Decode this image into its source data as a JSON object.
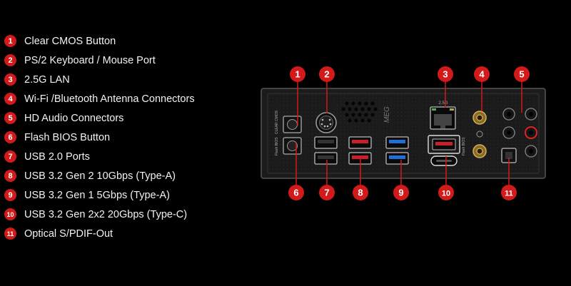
{
  "legend": {
    "items": [
      {
        "num": "1",
        "label": "Clear CMOS Button"
      },
      {
        "num": "2",
        "label": "PS/2 Keyboard / Mouse Port"
      },
      {
        "num": "3",
        "label": "2.5G LAN"
      },
      {
        "num": "4",
        "label": "Wi-Fi /Bluetooth Antenna Connectors"
      },
      {
        "num": "5",
        "label": "HD Audio Connectors"
      },
      {
        "num": "6",
        "label": "Flash BIOS Button"
      },
      {
        "num": "7",
        "label": "USB 2.0 Ports"
      },
      {
        "num": "8",
        "label": "USB 3.2 Gen 2 10Gbps (Type-A)"
      },
      {
        "num": "9",
        "label": "USB 3.2 Gen 1 5Gbps (Type-A)"
      },
      {
        "num": "10",
        "label": "USB 3.2 Gen 2x2 20Gbps (Type-C)"
      },
      {
        "num": "11",
        "label": "Optical S/PDIF-Out"
      }
    ]
  },
  "panel": {
    "logo_text": "MEG",
    "lan_speed_text": "2.5G",
    "clear_cmos_text": "CLEAR CMOS",
    "flash_bios_text": "Flash BIOS",
    "flash_bios_port_text": "Flash BIOS"
  },
  "colors": {
    "accent_red": "#d21a1a",
    "usb_blue": "#1f6fd6",
    "usb_red": "#c8202a",
    "panel_dark": "#1b1b1b"
  }
}
